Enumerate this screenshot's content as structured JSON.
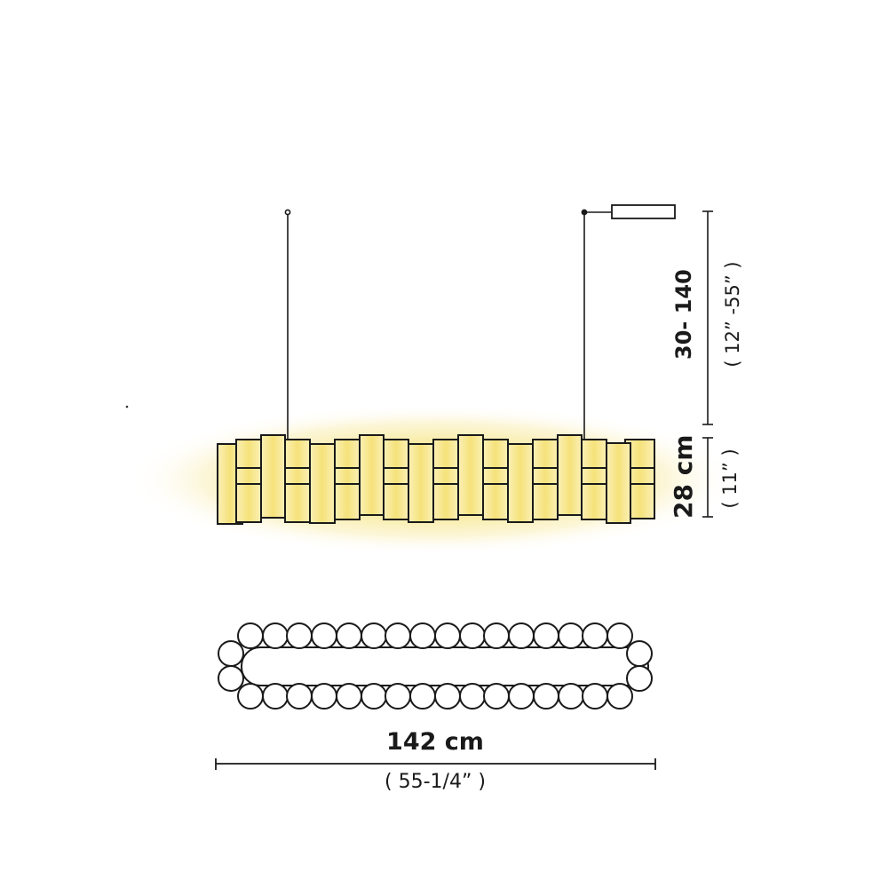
{
  "diagram": {
    "type": "technical dimension drawing",
    "subject": "linear suspension pendant lamp",
    "views": [
      "front elevation",
      "top plan"
    ]
  },
  "dimensions": {
    "suspension_height_cm": "30- 140",
    "suspension_height_in": "( 12” -55” )",
    "body_height_cm": "28 cm",
    "body_height_in": "( 11” )",
    "length_cm": "142 cm",
    "length_in": "( 55-1/4” )"
  },
  "colors": {
    "line": "#1a1a1a",
    "glow_center": "#f3dc5e",
    "glow_edge": "#fbf3c4",
    "module_fill": "#f7e68a",
    "background": "#ffffff"
  },
  "elevation": {
    "module_count": 18,
    "suspension_cables": 2,
    "has_driver_box": true
  },
  "plan": {
    "circles_top_row": 16,
    "circles_bottom_row": 16,
    "circles_each_end": 2
  }
}
